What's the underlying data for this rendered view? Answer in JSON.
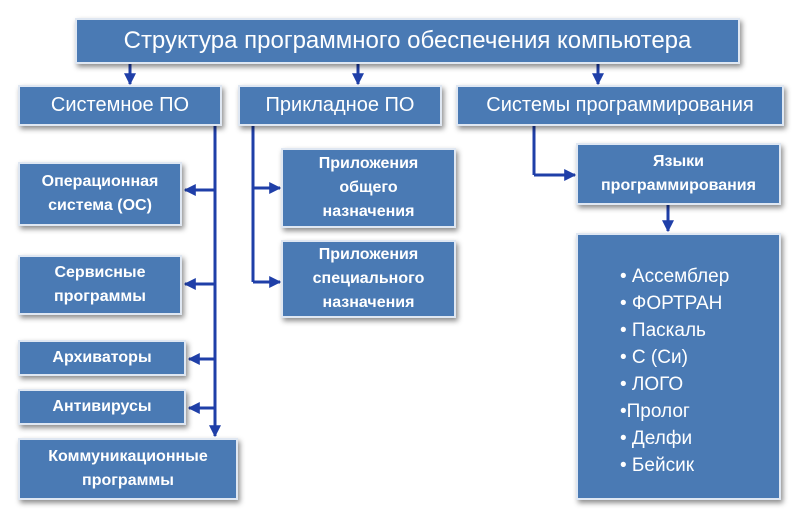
{
  "title": "Структура программного обеспечения компьютера",
  "categories": {
    "system": "Системное ПО",
    "applied": "Прикладное ПО",
    "programming": "Системы программирования"
  },
  "system_items": [
    "Операционная\nсистема (ОС)",
    "Сервисные\nпрограммы",
    "Архиваторы",
    "Антивирусы",
    "Коммуникационные\nпрограммы"
  ],
  "applied_items": [
    "Приложения\nобщего\nназначения",
    "Приложения\nспециального\nназначения"
  ],
  "programming_items": {
    "languages": "Языки\nпрограммирования",
    "list": [
      "• Ассемблер",
      "• ФОРТРАН",
      "• Паскаль",
      "• С (Си)",
      "• ЛОГО",
      "•Пролог",
      "• Делфи",
      "• Бейсик"
    ]
  },
  "colors": {
    "box": "#4a7ab4",
    "line": "#1f3fa8"
  }
}
